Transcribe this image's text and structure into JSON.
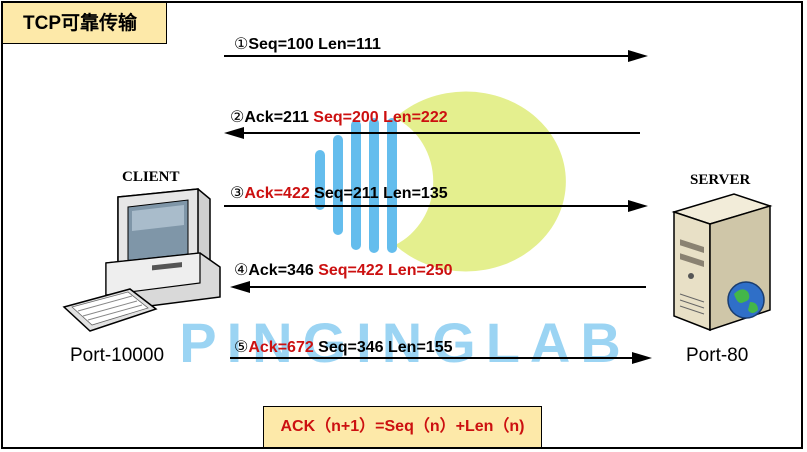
{
  "title": "TCP可靠传输",
  "watermark": "PINGINGLAB",
  "client": {
    "label": "CLIENT",
    "port": "Port-10000"
  },
  "server": {
    "label": "SERVER",
    "port": "Port-80"
  },
  "messages": [
    {
      "num": "①",
      "black": "Seq=100 Len=111",
      "red": "",
      "direction": "to-server"
    },
    {
      "num": "②",
      "black": "Ack=211 ",
      "red": "Seq=200 Len=222",
      "direction": "to-client"
    },
    {
      "num": "③",
      "red": "Ack=422",
      "black": " Seq=211 Len=135",
      "direction": "to-server"
    },
    {
      "num": "④",
      "black": "Ack=346 ",
      "red": "Seq=422 Len=250",
      "direction": "to-client"
    },
    {
      "num": "⑤",
      "red": "Ack=672",
      "black": " Seq=346 Len=155",
      "direction": "to-server"
    }
  ],
  "formula": "ACK（n+1）=Seq（n）+Len（n)",
  "colors": {
    "highlight": "#cc1010",
    "box_fill": "#fde9a9",
    "watermark_blue": "#4ab2ea",
    "watermark_green": "#c8df3c"
  }
}
